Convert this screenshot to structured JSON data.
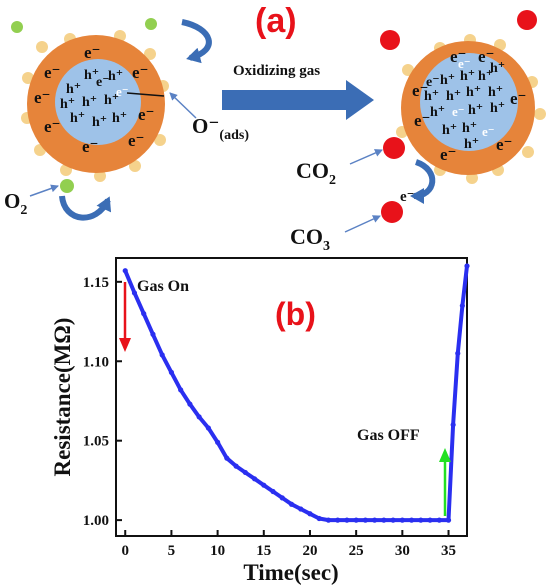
{
  "colors": {
    "shell": "#e6843a",
    "core": "#9ec2e8",
    "adsorbate": "#f5d28c",
    "oxygen": "#92cf50",
    "co": "#e8121a",
    "arrow": "#3b6db5",
    "panel_label": "#e8121a",
    "curve": "#2a2ff0",
    "gas_on_arrow": "#e8121a",
    "gas_off_arrow": "#22e022"
  },
  "panel_a": {
    "label": "(a)",
    "electron": "e⁻",
    "hole": "h⁺",
    "oxidizing_gas": "Oxidizing gas",
    "o_ads_main": "O⁻",
    "o_ads_sub": "(ads)",
    "o2_main": "O",
    "o2_sub": "2",
    "co2_main": "CO",
    "co2_sub": "2",
    "co3_main": "CO",
    "co3_sub": "3",
    "e_minus": "e⁻"
  },
  "panel_b": {
    "label": "(b)",
    "gas_on": "Gas On",
    "gas_off": "Gas OFF"
  },
  "chart_data": {
    "type": "line",
    "title": "",
    "xlabel": "Time(sec)",
    "ylabel": "Resistance(MΩ)",
    "xlim": [
      -1,
      37
    ],
    "ylim": [
      0.99,
      1.165
    ],
    "xticks": [
      0,
      5,
      10,
      15,
      20,
      25,
      30,
      35
    ],
    "yticks": [
      1.0,
      1.05,
      1.1,
      1.15
    ],
    "ytick_labels": [
      "1.00",
      "1.05",
      "1.10",
      "1.15"
    ],
    "series": [
      {
        "x": [
          0,
          1,
          2,
          3,
          4,
          5,
          6,
          7,
          8,
          9,
          10,
          11,
          12,
          13,
          14,
          15,
          16,
          17,
          18,
          19,
          20,
          21,
          22,
          23,
          24,
          25,
          26,
          27,
          28,
          29,
          30,
          31,
          32,
          33,
          34,
          35,
          35.5,
          36,
          36.5,
          37
        ],
        "y": [
          1.157,
          1.143,
          1.13,
          1.117,
          1.104,
          1.093,
          1.082,
          1.073,
          1.065,
          1.058,
          1.049,
          1.039,
          1.034,
          1.03,
          1.026,
          1.022,
          1.018,
          1.014,
          1.01,
          1.007,
          1.004,
          1.001,
          1.0,
          1.0,
          1.0,
          1.0,
          1.0,
          1.0,
          1.0,
          1.0,
          1.0,
          1.0,
          1.0,
          1.0,
          1.0,
          1.0,
          1.06,
          1.105,
          1.135,
          1.16
        ]
      }
    ]
  }
}
